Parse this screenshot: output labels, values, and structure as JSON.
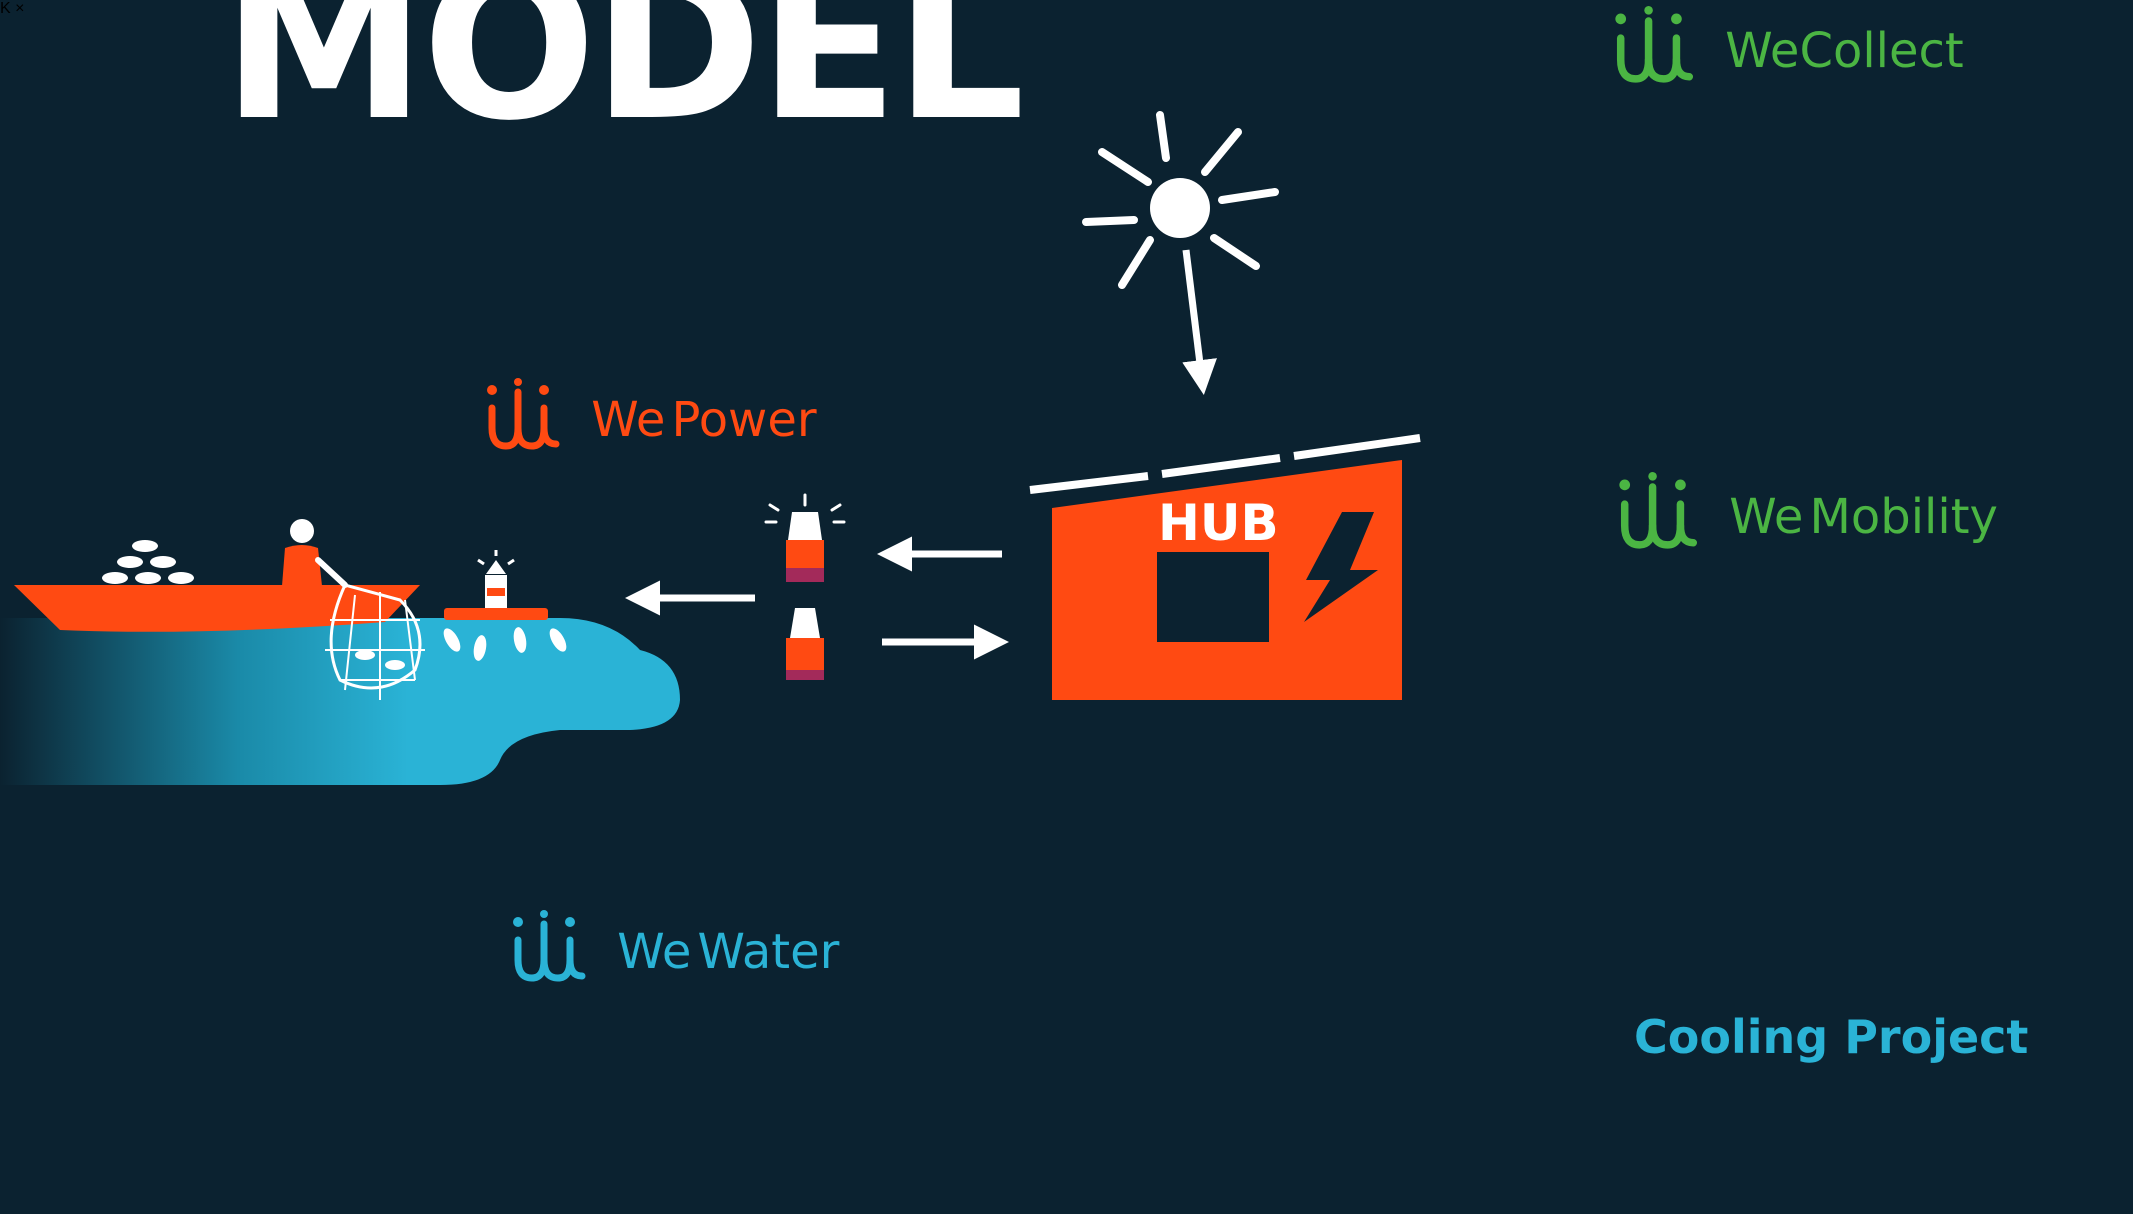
{
  "title": "MODEL",
  "hub": {
    "label": "HUB"
  },
  "programs": {
    "we_power": {
      "prefix": "We",
      "name": "Power",
      "color": "#ff4a12"
    },
    "we_collect": {
      "prefix": "We",
      "name": "Collect",
      "color": "#4bb543"
    },
    "we_mobility": {
      "prefix": "We",
      "name": "Mobility",
      "color": "#4bb543"
    },
    "we_water": {
      "prefix": "We",
      "name": "Water",
      "color": "#2ab3d6"
    }
  },
  "cooling_project": {
    "label": "Cooling Project",
    "color": "#2ab3d6"
  },
  "colors": {
    "background": "#0b2230",
    "hub": "#ff4a12",
    "water": "#2ab3d6",
    "green": "#4bb543",
    "white": "#ffffff"
  },
  "icons": [
    "sun-icon",
    "hub-icon",
    "lightning-icon",
    "lamp-icon",
    "boat-icon",
    "fisherman-icon",
    "net-icon",
    "fish-icon",
    "wrench-icon",
    "hairdryer-icon",
    "fan-icon",
    "k-badge-icon",
    "coil-icon",
    "battery-full-icon",
    "battery-empty-icon",
    "motorbike-icon",
    "fridge-icon",
    "snowflake-icon",
    "ice-cube-icon",
    "freezer-icon",
    "tomato-icon",
    "leaf-icon",
    "person-icon",
    "jerrycan-icon",
    "water-tank-icon",
    "glass-icon",
    "no-glass-icon"
  ]
}
